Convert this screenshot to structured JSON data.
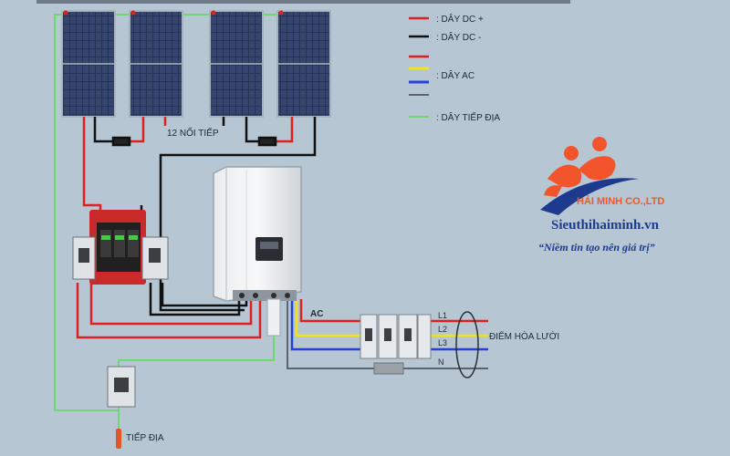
{
  "legend": {
    "items": [
      {
        "label": ": DÂY DC +",
        "colors": [
          "#e02020"
        ]
      },
      {
        "label": ": DÂY DC -",
        "colors": [
          "#111111"
        ]
      },
      {
        "label": ": DÂY AC",
        "colors": [
          "#e02020",
          "#f2e21a",
          "#2740d8",
          "#5b6470"
        ]
      },
      {
        "label": ": DÂY TIẾP ĐỊA",
        "colors": [
          "#6fd86f"
        ]
      }
    ]
  },
  "labels": {
    "series": "12 NỐI TIẾP",
    "ac": "AC",
    "l1": "L1",
    "l2": "L2",
    "l3": "L3",
    "n": "N",
    "grid_point": "ĐIỂM HÒA LƯỚI",
    "ground": "TIẾP ĐỊA"
  },
  "brand": {
    "company": "HẢI MINH CO.,LTD",
    "website": "Sieuthihaiminh.vn",
    "slogan": "“Niềm tin tạo nên giá trị”"
  },
  "colors": {
    "dc_plus": "#e02020",
    "dc_minus": "#111111",
    "ac_yellow": "#f2e21a",
    "ac_blue": "#2740d8",
    "neutral": "#5b6470",
    "ground": "#6fd86f",
    "logo_orange": "#f2552c",
    "logo_navy": "#1d3a8f"
  }
}
